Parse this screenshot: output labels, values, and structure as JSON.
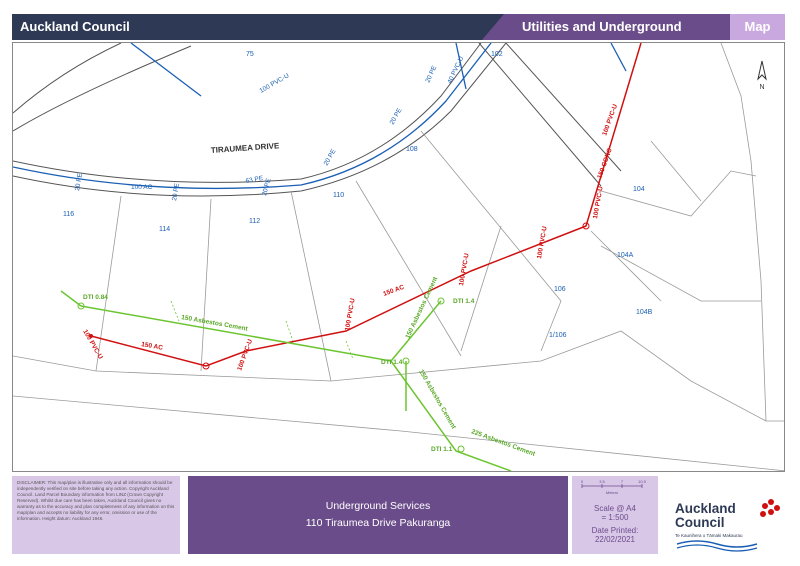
{
  "header": {
    "org": "Auckland Council",
    "section": "Utilities and Underground Services",
    "tab": "Map"
  },
  "map": {
    "road_name": "TIRAUMEA DRIVE",
    "north_label": "N",
    "parcels": [
      "75",
      "102",
      "108",
      "110",
      "112",
      "114",
      "116",
      "104",
      "104A",
      "104B",
      "106",
      "1/106"
    ],
    "blue_labels": [
      "100 PVC-U",
      "40 PVC-U",
      "20 PE",
      "20 PE",
      "20 PE",
      "63 PE",
      "20 PE",
      "100 AC",
      "20 PE",
      "20 PE"
    ],
    "red_labels": [
      "100 PVC-U",
      "150 CONC",
      "100 PVC-U",
      "100 PVC-U",
      "100 PVC-U",
      "150 AC",
      "100 PVC-U",
      "100 PVC-U",
      "150 AC",
      "100 PVC-U"
    ],
    "green_labels": [
      "150 Asbestos Cement",
      "150 Asbestos Cement",
      "150 Asbestos Cement",
      "225 Asbestos Cement"
    ],
    "dti_labels": [
      "DTI 0.84",
      "DTI 1.4",
      "DTI 1.4",
      "DTI 1.1"
    ],
    "colors": {
      "water": "#1a5fb4",
      "wastewater": "#d01010",
      "stormwater": "#6cc530",
      "parcel": "#9a9a9a",
      "road": "#555555"
    }
  },
  "footer": {
    "disclaimer": "DISCLAIMER: This map/plan is illustrative only and all information should be independently verified on site before taking any action. Copyright Auckland Council. Land Parcel Boundary information from LINZ (Crown Copyright Reserved). Whilst due care has been taken, Auckland Council gives no warranty as to the accuracy and plan completeness of any information on this map/plan and accepts no liability for any error, omission or use of the information. Height datum: Auckland 1946.",
    "title": "Underground Services",
    "address": "110 Tiraumea Drive Pakuranga",
    "scale_ticks": [
      "0",
      "3.5",
      "7",
      "10.5"
    ],
    "scale_units": "Meters",
    "scale_label": "Scale @ A4",
    "scale_value": "= 1:500",
    "date_label": "Date Printed:",
    "date_value": "22/02/2021",
    "logo_line1": "Auckland",
    "logo_line2": "Council",
    "logo_sub": "Te Kaunihera o Tāmaki Makaurau"
  }
}
